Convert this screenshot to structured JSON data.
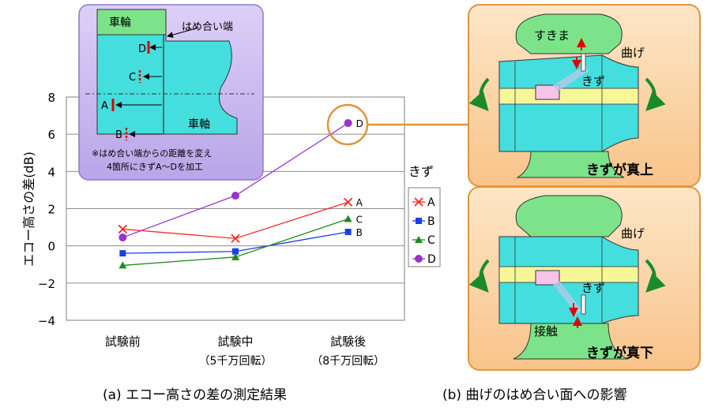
{
  "chart_data": {
    "type": "line",
    "ylabel": "エコー高さの差(dB)",
    "ylim": [
      -4,
      8
    ],
    "yticks": [
      -4,
      -2,
      0,
      2,
      4,
      6,
      8
    ],
    "grid": true,
    "categories": [
      {
        "line1": "試験前",
        "line2": ""
      },
      {
        "line1": "試験中",
        "line2": "（5千万回転）"
      },
      {
        "line1": "試験後",
        "line2": "（8千万回転）"
      }
    ],
    "legend_title": "きず",
    "legend_placement": "right",
    "series": [
      {
        "name": "A",
        "marker": "x",
        "color": "#ff2a2a",
        "values": [
          0.9,
          0.4,
          2.35
        ]
      },
      {
        "name": "B",
        "marker": "square",
        "color": "#1c3ee6",
        "values": [
          -0.4,
          -0.3,
          0.75
        ]
      },
      {
        "name": "C",
        "marker": "triangle",
        "color": "#1f8a1f",
        "values": [
          -1.05,
          -0.6,
          1.45
        ]
      },
      {
        "name": "D",
        "marker": "circle",
        "color": "#9933cc",
        "values": [
          0.45,
          2.7,
          6.6
        ]
      }
    ]
  },
  "inset": {
    "wheel_label": "車輪",
    "fit_end_label": "はめ合い端",
    "axle_label": "車軸",
    "note_line1": "※はめ合い端からの距離を変え",
    "note_line2": "4箇所にきずA～Dを加工",
    "flaw_marks": [
      "D",
      "C",
      "A",
      "B"
    ]
  },
  "panel_b": {
    "top": {
      "gap_label": "すきま",
      "bend_label": "曲げ",
      "flaw_label": "きず",
      "title": "きずが真上"
    },
    "bottom": {
      "contact_label": "接触",
      "bend_label": "曲げ",
      "flaw_label": "きず",
      "title": "きずが真下"
    }
  },
  "colors": {
    "wheel": "#7ce38a",
    "axle": "#44dede",
    "band": "#f7f79a",
    "inset_bg": "#c8b8ee",
    "panel_bg": "#fcd5a4",
    "panel_border": "#e2943c"
  },
  "captions": {
    "a": "(a) エコー高さの差の測定結果",
    "b": "(b) 曲げのはめ合い面への影響"
  }
}
